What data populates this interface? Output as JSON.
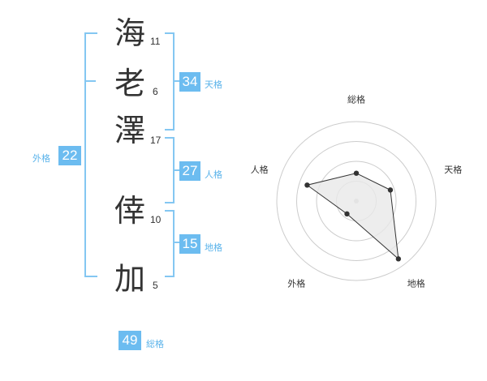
{
  "name_chars": [
    {
      "char": "海",
      "strokes": "11"
    },
    {
      "char": "老",
      "strokes": "6"
    },
    {
      "char": "澤",
      "strokes": "17"
    },
    {
      "char": "倖",
      "strokes": "10"
    },
    {
      "char": "加",
      "strokes": "5"
    }
  ],
  "fortunes": {
    "tenkaku": {
      "value": "34",
      "label": "天格"
    },
    "jinkaku": {
      "value": "27",
      "label": "人格"
    },
    "chikaku": {
      "value": "15",
      "label": "地格"
    },
    "gaikaku": {
      "value": "22",
      "label": "外格"
    },
    "soukaku": {
      "value": "49",
      "label": "総格"
    }
  },
  "radar": {
    "axes": [
      "総格",
      "天格",
      "地格",
      "外格",
      "人格"
    ],
    "values": [
      0.35,
      0.45,
      0.9,
      0.2,
      0.65
    ],
    "colors": {
      "fill": "#e8e8e8",
      "line": "#333333",
      "ring": "#cccccc"
    }
  }
}
